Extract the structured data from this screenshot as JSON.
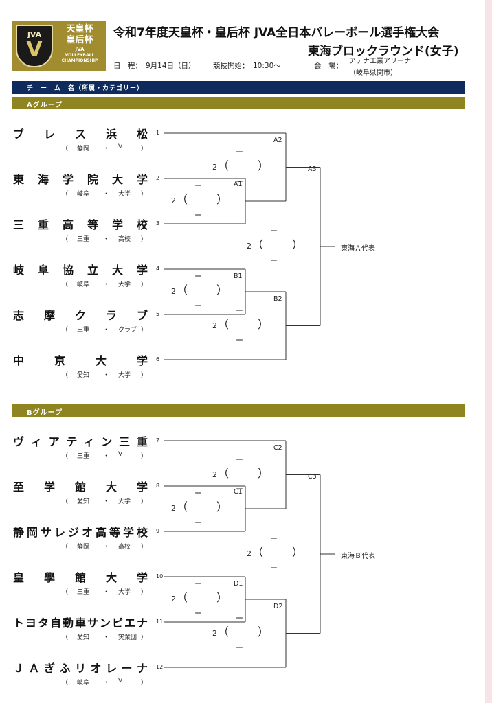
{
  "header": {
    "title_line1": "令和7年度天皇杯・皇后杯 JVA全日本バレーボール選手権大会",
    "title_line2": "東海ブロックラウンド(女子)",
    "schedule_label": "日　程：",
    "schedule_value": "9月14日（日）",
    "start_label": "競技開始：",
    "start_value": "10:30〜",
    "venue_label": "会　場：",
    "venue_name": "アテナ工業アリーナ",
    "venue_city": "（岐阜県関市）"
  },
  "logo": {
    "mark": "JVA",
    "cup_line1": "天皇杯",
    "cup_line2": "皇后杯",
    "sub_line1": "JVA",
    "sub_line2": "VOLLEYBALL",
    "sub_line3": "CHAMPIONSHIP"
  },
  "colors": {
    "navy": "#0f2a5c",
    "gold": "#8e8420",
    "line": "#333333"
  },
  "column_header": "チ　ー　ム　名（所属・カテゴリー）",
  "groups": [
    {
      "label": "Aグループ",
      "teams": [
        {
          "seed": "1",
          "name": "ブレス浜松",
          "pref": "静岡",
          "cat": "V"
        },
        {
          "seed": "2",
          "name": "東海学院大学",
          "pref": "岐阜",
          "cat": "大学"
        },
        {
          "seed": "3",
          "name": "三重高等学校",
          "pref": "三重",
          "cat": "高校"
        },
        {
          "seed": "4",
          "name": "岐阜協立大学",
          "pref": "岐阜",
          "cat": "大学"
        },
        {
          "seed": "5",
          "name": "志摩クラブ",
          "pref": "三重",
          "cat": "クラブ"
        },
        {
          "seed": "6",
          "name": "中京大学",
          "pref": "愛知",
          "cat": "大学"
        }
      ],
      "matches": {
        "first": "A1",
        "second": "A2",
        "semi": "A3",
        "lower_first": "B1",
        "lower_second": "B2"
      },
      "winner": "東海Ａ代表"
    },
    {
      "label": "Bグループ",
      "teams": [
        {
          "seed": "7",
          "name": "ヴィアティン三重",
          "pref": "三重",
          "cat": "V"
        },
        {
          "seed": "8",
          "name": "至学館大学",
          "pref": "愛知",
          "cat": "大学"
        },
        {
          "seed": "9",
          "name": "静岡サレジオ高等学校",
          "pref": "静岡",
          "cat": "高校"
        },
        {
          "seed": "10",
          "name": "皇學館大学",
          "pref": "三重",
          "cat": "大学"
        },
        {
          "seed": "11",
          "name": "トヨタ自動車サンピエナ",
          "pref": "愛知",
          "cat": "実業団"
        },
        {
          "seed": "12",
          "name": "ＪＡぎふリオレーナ",
          "pref": "岐阜",
          "cat": "V"
        }
      ],
      "matches": {
        "first": "C1",
        "second": "C2",
        "semi": "C3",
        "lower_first": "D1",
        "lower_second": "D2"
      },
      "winner": "東海Ｂ代表"
    }
  ],
  "score": {
    "sets": "2",
    "placeholder": "ー",
    "paren_open": "（",
    "paren_close": "）",
    "middle_dot": "・"
  }
}
